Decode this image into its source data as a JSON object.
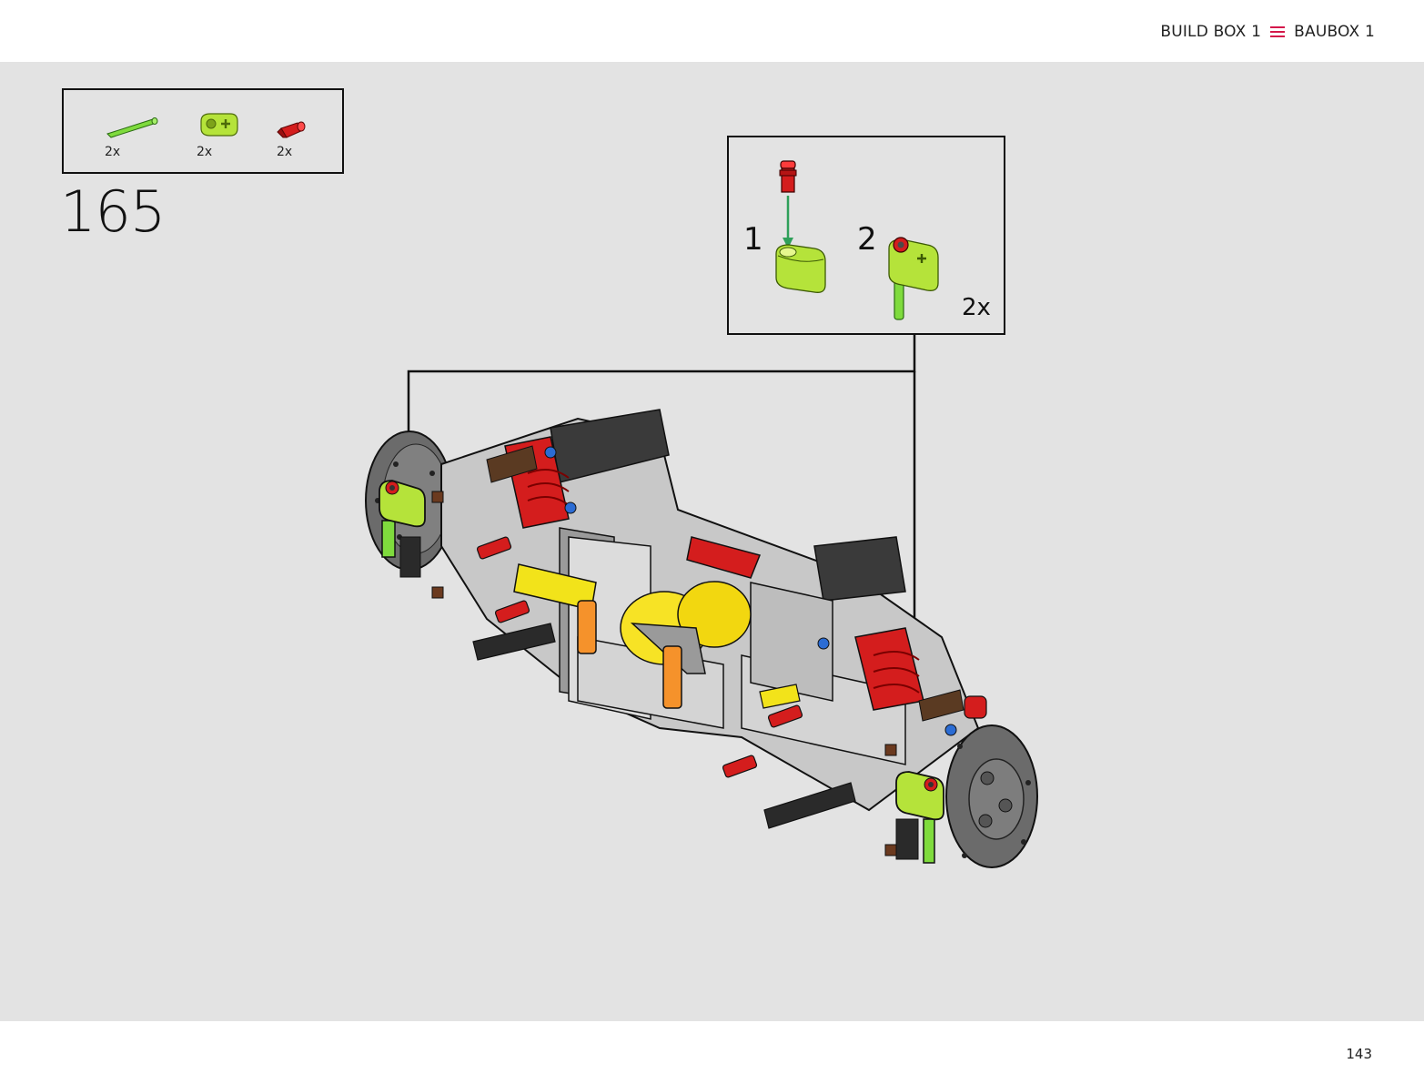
{
  "header": {
    "build_box_en": "BUILD BOX 1",
    "build_box_de": "BAUBOX 1",
    "accent_color": "#d4184a"
  },
  "parts_list": [
    {
      "name": "lime-green-axle-pin",
      "qty": "2x",
      "color": "#7fdb3d"
    },
    {
      "name": "lime-beam-2-holes",
      "qty": "2x",
      "color": "#b5e33a"
    },
    {
      "name": "red-pin",
      "qty": "2x",
      "color": "#d41d1d"
    }
  ],
  "step": {
    "number": "165"
  },
  "callout": {
    "sub_steps": [
      "1",
      "2"
    ],
    "qty": "2x"
  },
  "footer": {
    "page_number": "143"
  }
}
